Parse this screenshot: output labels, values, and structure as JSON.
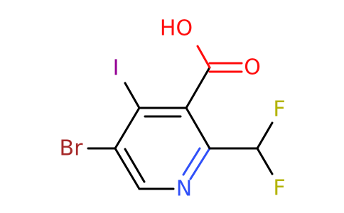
{
  "molecule": {
    "atoms": {
      "oh": {
        "text": "HO",
        "color": "#ff0d0d"
      },
      "o_carbonyl": {
        "text": "O",
        "color": "#ff0d0d"
      },
      "iodine": {
        "text": "I",
        "color": "#940094"
      },
      "bromine": {
        "text": "Br",
        "color": "#a62929"
      },
      "nitrogen": {
        "text": "N",
        "color": "#3050f8"
      },
      "fluorine_top": {
        "text": "F",
        "color": "#b3b300"
      },
      "fluorine_bottom": {
        "text": "F",
        "color": "#b3b300"
      }
    }
  }
}
